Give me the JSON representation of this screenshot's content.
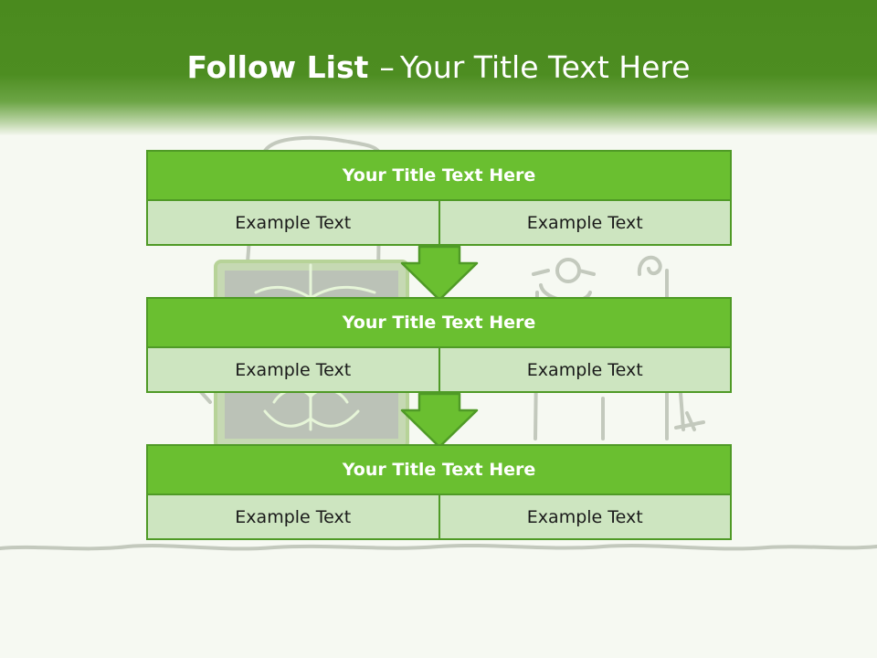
{
  "header": {
    "title_bold": "Follow List",
    "title_sep": "–",
    "title_rest": "Your Title Text Here"
  },
  "blocks": [
    {
      "title": "Your Title Text Here",
      "left": "Example Text",
      "right": "Example Text"
    },
    {
      "title": "Your Title Text Here",
      "left": "Example Text",
      "right": "Example Text"
    },
    {
      "title": "Your Title Text Here",
      "left": "Example Text",
      "right": "Example Text"
    }
  ],
  "colors": {
    "header_green": "#4d8d21",
    "title_bar_green": "#6abf30",
    "cell_green": "#cde5c0",
    "border_green": "#4f9a26",
    "arrow_green": "#6abf30"
  }
}
